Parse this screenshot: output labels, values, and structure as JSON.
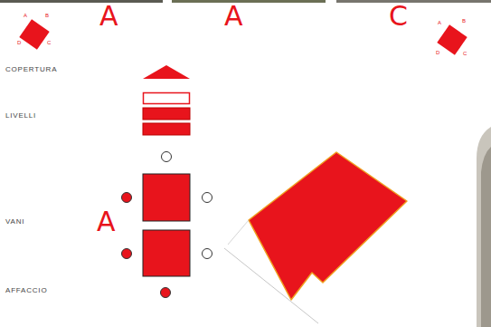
{
  "diagram": {
    "labels": [
      "A",
      "A",
      "C",
      "A",
      "B",
      "D",
      "C",
      "A",
      "B",
      "D",
      "C",
      "COPERTURA",
      "LIVELLI",
      "VANI",
      "AFFACCIO",
      "A"
    ]
  }
}
